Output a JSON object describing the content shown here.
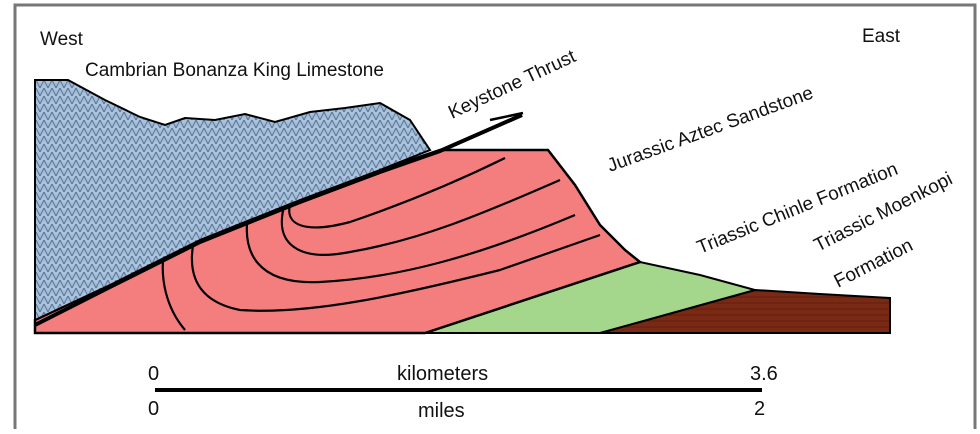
{
  "labels": {
    "west": "West",
    "east": "East",
    "cambrian": "Cambrian Bonanza King Limestone",
    "thrust": "Keystone Thrust",
    "aztec": "Jurassic Aztec Sandstone",
    "chinle": "Triassic Chinle Formation",
    "moenkopi_1": "Triassic Moenkopi",
    "moenkopi_2": "Formation"
  },
  "scale_bar": {
    "km_start": "0",
    "km_label": "kilometers",
    "km_end": "3.6",
    "mi_start": "0",
    "mi_label": "miles",
    "mi_end": "2"
  },
  "colors": {
    "limestone": "#a9c2dd",
    "limestone_pattern": "#5a7493",
    "aztec": "#f47d7d",
    "chinle": "#a4d68c",
    "moenkopi": "#7a2a14",
    "outline": "#000000",
    "frame": "#777777"
  }
}
